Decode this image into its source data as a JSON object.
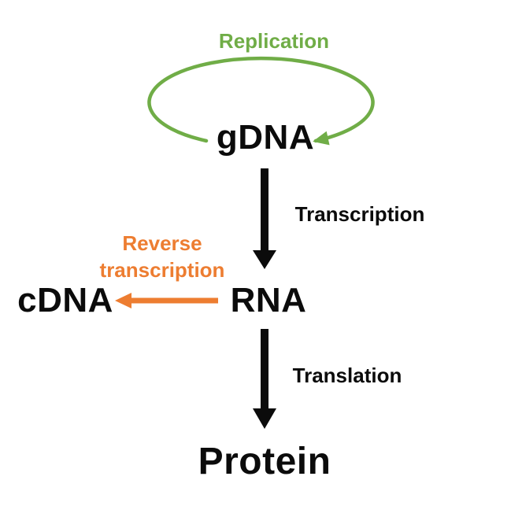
{
  "colors": {
    "green": "#70AD47",
    "orange": "#ED7D31",
    "black": "#0b0b0b"
  },
  "nodes": {
    "gdna": "gDNA",
    "rna": "RNA",
    "cdna": "cDNA",
    "protein": "Protein"
  },
  "processes": {
    "replication": "Replication",
    "transcription": "Transcription",
    "reverse_transcription_line1": "Reverse",
    "reverse_transcription_line2": "transcription",
    "translation": "Translation"
  }
}
